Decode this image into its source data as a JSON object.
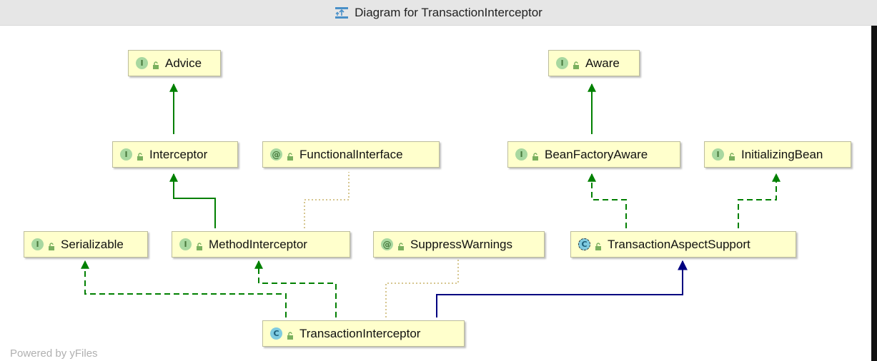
{
  "window": {
    "title": "Diagram for TransactionInterceptor",
    "footer": "Powered by yFiles"
  },
  "colors": {
    "node_fill": "#ffffcc",
    "extends_edge": "#008000",
    "implements_edge": "#008000",
    "class_extends_edge": "#000080",
    "annotation_edge": "#c8b46a"
  },
  "nodes": {
    "advice": {
      "kind": "interface",
      "badge": "I",
      "label": "Advice"
    },
    "aware": {
      "kind": "interface",
      "badge": "I",
      "label": "Aware"
    },
    "interceptor": {
      "kind": "interface",
      "badge": "I",
      "label": "Interceptor"
    },
    "functional_interface": {
      "kind": "annotation",
      "badge": "@",
      "label": "FunctionalInterface"
    },
    "bean_factory_aware": {
      "kind": "interface",
      "badge": "I",
      "label": "BeanFactoryAware"
    },
    "initializing_bean": {
      "kind": "interface",
      "badge": "I",
      "label": "InitializingBean"
    },
    "serializable": {
      "kind": "interface",
      "badge": "I",
      "label": "Serializable"
    },
    "method_interceptor": {
      "kind": "interface",
      "badge": "I",
      "label": "MethodInterceptor"
    },
    "suppress_warnings": {
      "kind": "annotation",
      "badge": "@",
      "label": "SuppressWarnings"
    },
    "transaction_aspect_support": {
      "kind": "abstract-class",
      "badge": "C",
      "label": "TransactionAspectSupport"
    },
    "transaction_interceptor": {
      "kind": "class",
      "badge": "C",
      "label": "TransactionInterceptor"
    }
  },
  "edges": [
    {
      "from": "Interceptor",
      "to": "Advice",
      "type": "extends"
    },
    {
      "from": "BeanFactoryAware",
      "to": "Aware",
      "type": "extends"
    },
    {
      "from": "MethodInterceptor",
      "to": "Interceptor",
      "type": "extends"
    },
    {
      "from": "MethodInterceptor",
      "to": "FunctionalInterface",
      "type": "annotated-by"
    },
    {
      "from": "TransactionAspectSupport",
      "to": "BeanFactoryAware",
      "type": "implements"
    },
    {
      "from": "TransactionAspectSupport",
      "to": "InitializingBean",
      "type": "implements"
    },
    {
      "from": "TransactionInterceptor",
      "to": "Serializable",
      "type": "implements"
    },
    {
      "from": "TransactionInterceptor",
      "to": "MethodInterceptor",
      "type": "implements"
    },
    {
      "from": "TransactionInterceptor",
      "to": "SuppressWarnings",
      "type": "annotated-by"
    },
    {
      "from": "TransactionInterceptor",
      "to": "TransactionAspectSupport",
      "type": "extends"
    }
  ]
}
